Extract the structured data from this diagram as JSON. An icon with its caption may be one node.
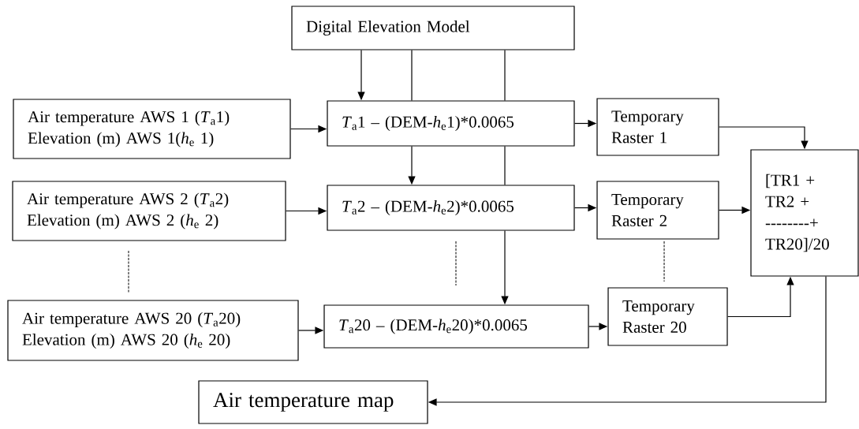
{
  "diagram": {
    "nodes": [
      {
        "text": [
          "Digital Elevation Model"
        ]
      },
      {
        "text": [
          "Air temperature AWS 1 (*T*$_{a}$1) Elevation (m) AWS 1(*h*$_{e}$ 1)"
        ]
      },
      {
        "text": [
          "*T*$_{a}$1 – (DEM-*h*$_{e}$1)*0.0065"
        ]
      },
      {
        "text": [
          "Temporary Raster 1"
        ]
      },
      {
        "text": [
          "Air temperature AWS 2 (*T*$_{a}$2) Elevation (m) AWS 2 (*h*$_{e}$ 2)"
        ]
      },
      {
        "text": [
          "*T*$_{a}$2 – (DEM-*h*$_{e}$2)*0.0065"
        ]
      },
      {
        "text": [
          "Temporary Raster 2"
        ]
      },
      {
        "text": [
          "Air temperature AWS 20 (*T*$_{a}$20) Elevation (m) AWS 20 (*h*$_{e}$ 20)"
        ]
      },
      {
        "text": [
          "*T*$_{a}$20 – (DEM-*h*$_{e}$20)*0.0065"
        ]
      },
      {
        "text": [
          "Temporary Raster 20"
        ]
      },
      {
        "text": [
          "[TR1 + TR2 + --------+ TR20]/20"
        ]
      },
      {
        "text": [
          "Air temperature map"
        ]
      }
    ],
    "edges": [
      {
        "from": 0,
        "to": 2,
        "arrow": "to"
      },
      {
        "from": 0,
        "to": 2,
        "arrow": "none"
      },
      {
        "from": 2,
        "to": 5,
        "arrow": "to"
      },
      {
        "from": 0,
        "to": 2,
        "arrow": "none"
      },
      {
        "from": 2,
        "to": 5,
        "arrow": "none"
      },
      {
        "from": 5,
        "to": 8,
        "arrow": "to"
      },
      {
        "from": 1,
        "to": 2,
        "arrow": "to"
      },
      {
        "from": 4,
        "to": 5,
        "arrow": "to"
      },
      {
        "from": 7,
        "to": 8,
        "arrow": "to"
      },
      {
        "from": 2,
        "to": 3,
        "arrow": "to"
      },
      {
        "from": 5,
        "to": 6,
        "arrow": "to"
      },
      {
        "from": 8,
        "to": 9,
        "arrow": "to"
      },
      {
        "from": 3,
        "to": 10,
        "arrow": "to"
      },
      {
        "from": 6,
        "to": 10,
        "arrow": "to"
      },
      {
        "from": 9,
        "to": 10,
        "arrow": "to"
      },
      {
        "from": 10,
        "to": 11,
        "arrow": "to"
      }
    ]
  }
}
